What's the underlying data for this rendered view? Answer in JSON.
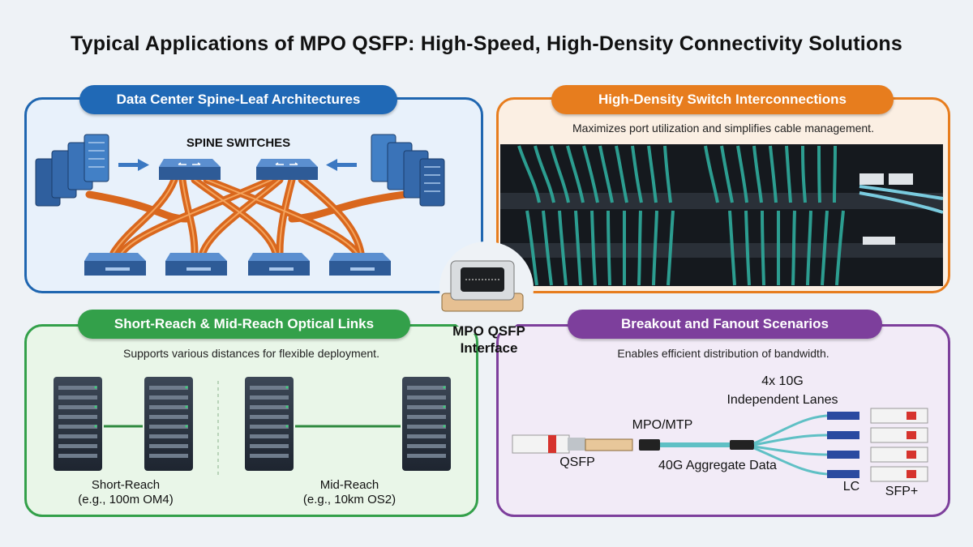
{
  "title": "Typical Applications of MPO QSFP: High-Speed, High-Density Connectivity Solutions",
  "center": {
    "line1": "MPO QSFP",
    "line2": "Interface"
  },
  "panels": {
    "spine_leaf": {
      "title": "Data Center Spine-Leaf Architectures",
      "spine_label": "SPINE SWITCHES",
      "color": "#1f66b0"
    },
    "switch_interconnect": {
      "title": "High-Density Switch Interconnections",
      "subtitle": "Maximizes port utilization and simplifies cable management.",
      "color": "#e77d1e"
    },
    "optical_links": {
      "title": "Short-Reach & Mid-Reach Optical Links",
      "subtitle": "Supports various distances for flexible deployment.",
      "short_label": "Short-Reach",
      "short_detail": "(e.g., 100m OM4)",
      "mid_label": "Mid-Reach",
      "mid_detail": "(e.g., 10km OS2)",
      "color": "#33a04a"
    },
    "breakout": {
      "title": "Breakout and Fanout Scenarios",
      "subtitle": "Enables efficient distribution of bandwidth.",
      "lanes_line1": "4x 10G",
      "lanes_line2": "Independent Lanes",
      "mpo_label": "MPO/MTP",
      "qsfp_label": "QSFP",
      "aggregate_label": "40G Aggregate Data",
      "lc_label": "LC",
      "sfp_label": "SFP+",
      "color": "#7d3f9c"
    }
  },
  "icons": {
    "server": "server-rack-icon",
    "switch": "network-switch-icon",
    "arrow": "arrow-icon"
  }
}
